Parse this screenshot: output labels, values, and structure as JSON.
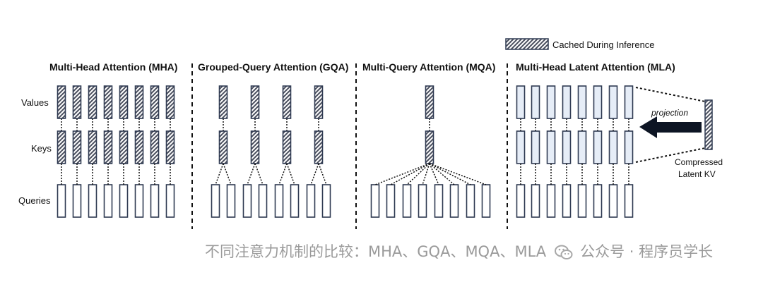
{
  "legend": {
    "label": "Cached During Inference"
  },
  "rows": {
    "values": "Values",
    "keys": "Keys",
    "queries": "Queries"
  },
  "panels": [
    {
      "id": "mha",
      "title": "Multi-Head Attention (MHA)",
      "kv_heads": 8,
      "query_heads": 8,
      "kv_style": "cached"
    },
    {
      "id": "gqa",
      "title": "Grouped-Query Attention (GQA)",
      "kv_heads": 4,
      "query_heads": 8,
      "kv_style": "cached"
    },
    {
      "id": "mqa",
      "title": "Multi-Query Attention (MQA)",
      "kv_heads": 1,
      "query_heads": 8,
      "kv_style": "cached"
    },
    {
      "id": "mla",
      "title": "Multi-Head Latent Attention (MLA)",
      "kv_heads": 8,
      "query_heads": 8,
      "kv_style": "plain"
    }
  ],
  "mla_extras": {
    "projection_label": "projection",
    "latent_label_line1": "Compressed",
    "latent_label_line2": "Latent KV"
  },
  "watermark": {
    "caption": "不同注意力机制的比较：MHA、GQA、MQA、MLA",
    "channel": "公众号 · 程序员学长",
    "icon": "wechat-icon"
  },
  "colors": {
    "cached_fill": "#4a4f5e",
    "box_stroke": "#2f3a52",
    "plain_fill": "#e6edf7",
    "query_fill": "#ffffff",
    "arrow": "#0d1524",
    "text": "#111111",
    "watermark": "#9a9a9a"
  }
}
